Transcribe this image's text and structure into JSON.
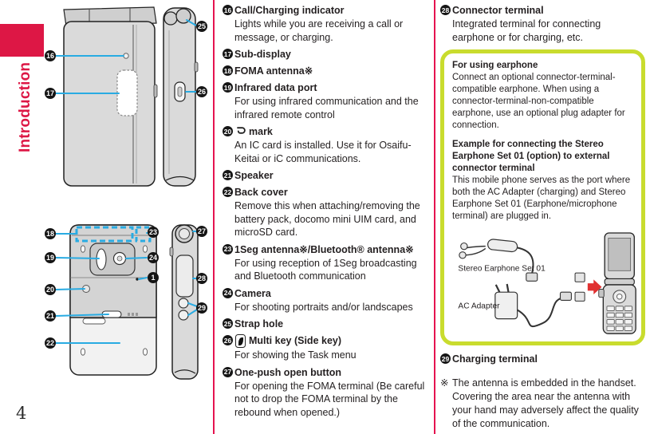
{
  "page": {
    "number": "4",
    "tab_label": "Introduction"
  },
  "colors": {
    "accent_red": "#dd1745",
    "callout_blue": "#29abe2",
    "box_green": "#c9dc2e",
    "text": "#231f20"
  },
  "callouts": {
    "n1": "1",
    "n16": "16",
    "n17": "17",
    "n18": "18",
    "n19": "19",
    "n20": "20",
    "n21": "21",
    "n22": "22",
    "n23": "23",
    "n24": "24",
    "n25": "25",
    "n26": "26",
    "n27": "27",
    "n28": "28",
    "n29": "29"
  },
  "items": [
    {
      "num": "16",
      "title": "Call/Charging indicator",
      "desc": "Lights while you are receiving a call or message, or charging."
    },
    {
      "num": "17",
      "title": "Sub-display",
      "desc": ""
    },
    {
      "num": "18",
      "title": "FOMA antenna※",
      "desc": ""
    },
    {
      "num": "19",
      "title": "Infrared data port",
      "desc": "For using infrared communication and the infrared remote control"
    },
    {
      "num": "20",
      "title": "mark",
      "icon": "felica-mark",
      "desc": "An IC card is installed. Use it for Osaifu-Keitai or iC communications."
    },
    {
      "num": "21",
      "title": "Speaker",
      "desc": ""
    },
    {
      "num": "22",
      "title": "Back cover",
      "desc": "Remove this when attaching/removing the battery pack, docomo mini UIM card, and microSD card."
    },
    {
      "num": "23",
      "title": "1Seg antenna※/Bluetooth® antenna※",
      "desc": "For using reception of 1Seg broadcasting and Bluetooth communication"
    },
    {
      "num": "24",
      "title": "Camera",
      "desc": "For shooting portraits and/or landscapes"
    },
    {
      "num": "25",
      "title": "Strap hole",
      "desc": ""
    },
    {
      "num": "26",
      "title": "Multi key (Side key)",
      "icon": "multi-key",
      "desc": "For showing the Task menu"
    },
    {
      "num": "27",
      "title": "One-push open button",
      "desc": "For opening the FOMA terminal (Be careful not to drop the FOMA terminal by the rebound when opened.)"
    }
  ],
  "right_column": {
    "item28": {
      "num": "28",
      "title": "Connector terminal",
      "desc": "Integrated terminal for connecting earphone or for charging, etc."
    },
    "earphone_box": {
      "heading1": "For using earphone",
      "body1": "Connect an optional connector-terminal-compatible earphone. When using a connector-terminal-non-compatible earphone, use an optional plug adapter for connection.",
      "heading2": "Example for connecting the Stereo Earphone Set 01 (option) to external connector terminal",
      "body2": "This mobile phone serves as the port where both the AC Adapter (charging) and Stereo Earphone Set 01 (Earphone/microphone terminal) are plugged in.",
      "label_earphone": "Stereo Earphone Set 01",
      "label_adapter": "AC Adapter"
    },
    "item29": {
      "num": "29",
      "title": "Charging terminal"
    },
    "footnote_marker": "※",
    "footnote_text": "The antenna is embedded in the handset. Covering the area near the antenna with your hand may adversely affect the quality of the communication."
  }
}
